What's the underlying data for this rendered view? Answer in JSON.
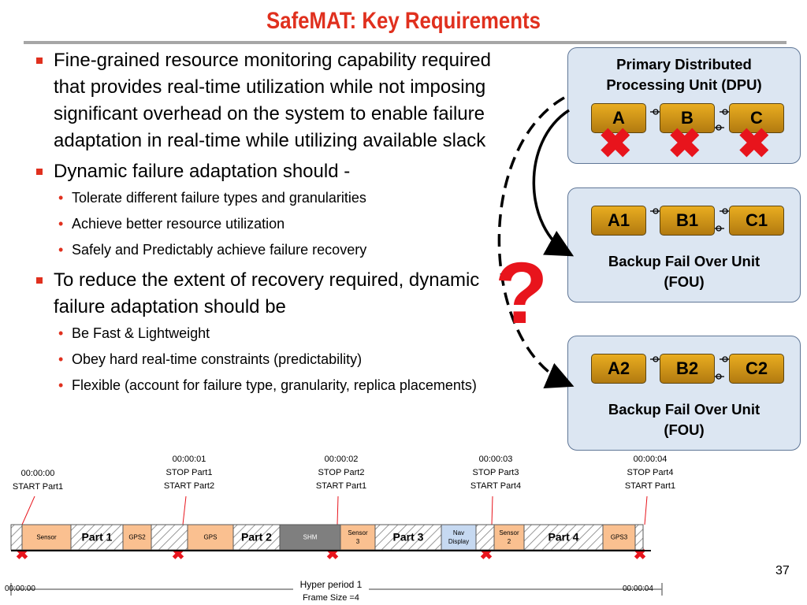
{
  "slide": {
    "title": "SafeMAT: Key Requirements",
    "page_number": "37"
  },
  "bullets": [
    {
      "text": "Fine-grained resource monitoring capability required that provides real-time utilization while not imposing significant overhead on the system to enable failure adaptation in real-time while utilizing available slack",
      "sub": []
    },
    {
      "text": "Dynamic failure adaptation should -",
      "sub": [
        "Tolerate different failure types and granularities",
        "Achieve better resource utilization",
        "Safely and Predictably achieve failure recovery"
      ]
    },
    {
      "text": "To reduce the extent of recovery required, dynamic failure adaptation should be",
      "sub": [
        "Be Fast  & Lightweight",
        "Obey hard real-time constraints (predictability)",
        "Flexible (account for failure type, granularity, replica placements)"
      ]
    }
  ],
  "diagram": {
    "primary": {
      "title_line1": "Primary Distributed",
      "title_line2": "Processing Unit (DPU)",
      "components": [
        "A",
        "B",
        "C"
      ]
    },
    "backup1": {
      "title_line1": "Backup Fail Over Unit",
      "title_line2": "(FOU)",
      "components": [
        "A1",
        "B1",
        "C1"
      ]
    },
    "backup2": {
      "title_line1": "Backup Fail Over Unit",
      "title_line2": "(FOU)",
      "components": [
        "A2",
        "B2",
        "C2"
      ]
    },
    "failure_mark": "✖",
    "question_mark": "?",
    "colors": {
      "failure": "#e8141c",
      "component": "#d89b18",
      "box_fill": "#dce6f2"
    }
  },
  "timeline": {
    "events": [
      {
        "time": "00:00:00",
        "line1": "START Part1",
        "line2": ""
      },
      {
        "time": "00:00:01",
        "line1": "STOP Part1",
        "line2": "START Part2"
      },
      {
        "time": "00:00:02",
        "line1": "STOP Part2",
        "line2": "START Part1"
      },
      {
        "time": "00:00:03",
        "line1": "STOP Part3",
        "line2": "START Part4"
      },
      {
        "time": "00:00:04",
        "line1": "STOP Part4",
        "line2": "START Part1"
      }
    ],
    "segments": [
      {
        "label": "Sensor",
        "label2": "",
        "kind": "task"
      },
      {
        "label": "Part 1",
        "label2": "",
        "kind": "part"
      },
      {
        "label": "GPS2",
        "label2": "",
        "kind": "task"
      },
      {
        "label": "",
        "label2": "",
        "kind": "idle"
      },
      {
        "label": "GPS",
        "label2": "",
        "kind": "task"
      },
      {
        "label": "Part 2",
        "label2": "",
        "kind": "part"
      },
      {
        "label": "SHM",
        "label2": "",
        "kind": "dark"
      },
      {
        "label": "Sensor",
        "label2": "3",
        "kind": "task"
      },
      {
        "label": "Part 3",
        "label2": "",
        "kind": "part"
      },
      {
        "label": "Nav",
        "label2": "Display",
        "kind": "blue"
      },
      {
        "label": "",
        "label2": "",
        "kind": "idle"
      },
      {
        "label": "Sensor",
        "label2": "2",
        "kind": "task"
      },
      {
        "label": "Part 4",
        "label2": "",
        "kind": "part"
      },
      {
        "label": "GPS3",
        "label2": "",
        "kind": "task"
      },
      {
        "label": "",
        "label2": "",
        "kind": "idle"
      }
    ],
    "axis_start": "00:00:00",
    "axis_end": "00:00:04",
    "hyper_period": "Hyper period 1",
    "frame_size": "Frame Size =4",
    "marker": "✖"
  }
}
